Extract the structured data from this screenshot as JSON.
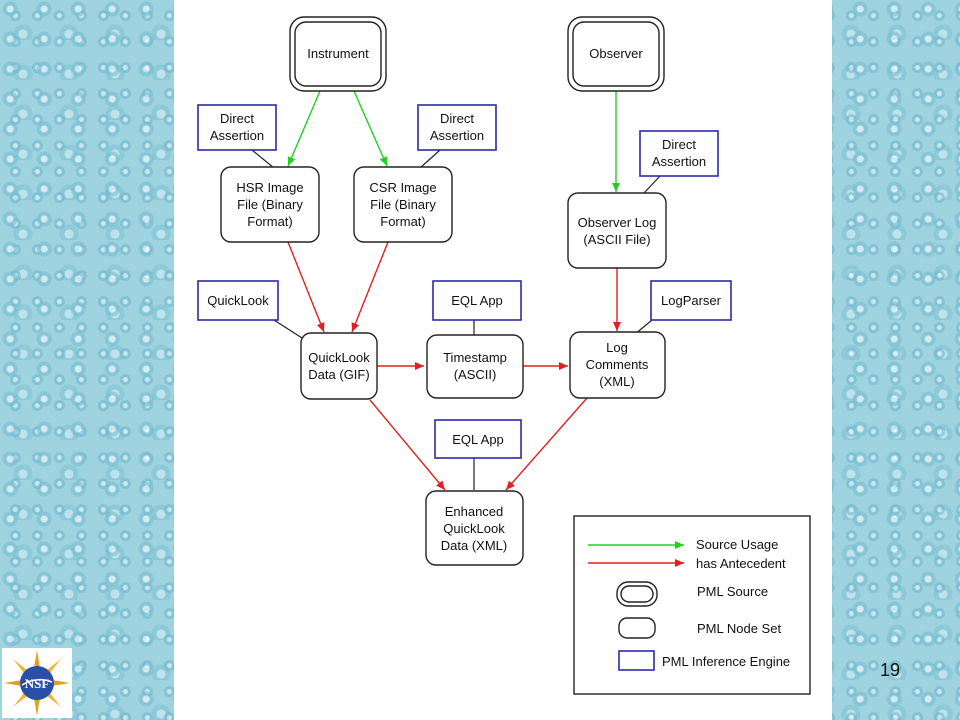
{
  "nodes": {
    "instrument": "Instrument",
    "observer": "Observer",
    "direct_assertion_1": [
      "Direct",
      "Assertion"
    ],
    "direct_assertion_2": [
      "Direct",
      "Assertion"
    ],
    "direct_assertion_3": [
      "Direct",
      "Assertion"
    ],
    "hsr_image": [
      "HSR Image",
      "File (Binary",
      "Format)"
    ],
    "csr_image": [
      "CSR Image",
      "File (Binary",
      "Format)"
    ],
    "observer_log": [
      "Observer Log",
      "(ASCII File)"
    ],
    "quicklook_engine": "QuickLook",
    "eql_app_1": "EQL App",
    "logparser": "LogParser",
    "quicklook_data": [
      "QuickLook",
      "Data (GIF)"
    ],
    "timestamp": [
      "Timestamp",
      "(ASCII)"
    ],
    "log_comments": [
      "Log",
      "Comments",
      "(XML)"
    ],
    "eql_app_2": "EQL App",
    "enhanced_quicklook": [
      "Enhanced",
      "QuickLook",
      "Data (XML)"
    ]
  },
  "legend": {
    "source_usage": "Source Usage",
    "has_antecedent": "has Antecedent",
    "pml_source": "PML Source",
    "pml_node_set": "PML Node Set",
    "pml_inference_engine": "PML Inference Engine"
  },
  "colors": {
    "source_usage_edge": "#22d022",
    "antecedent_edge": "#e02020",
    "inference_engine_border": "#2b2ba8"
  },
  "page_number": "19",
  "logo_text": "NSF"
}
